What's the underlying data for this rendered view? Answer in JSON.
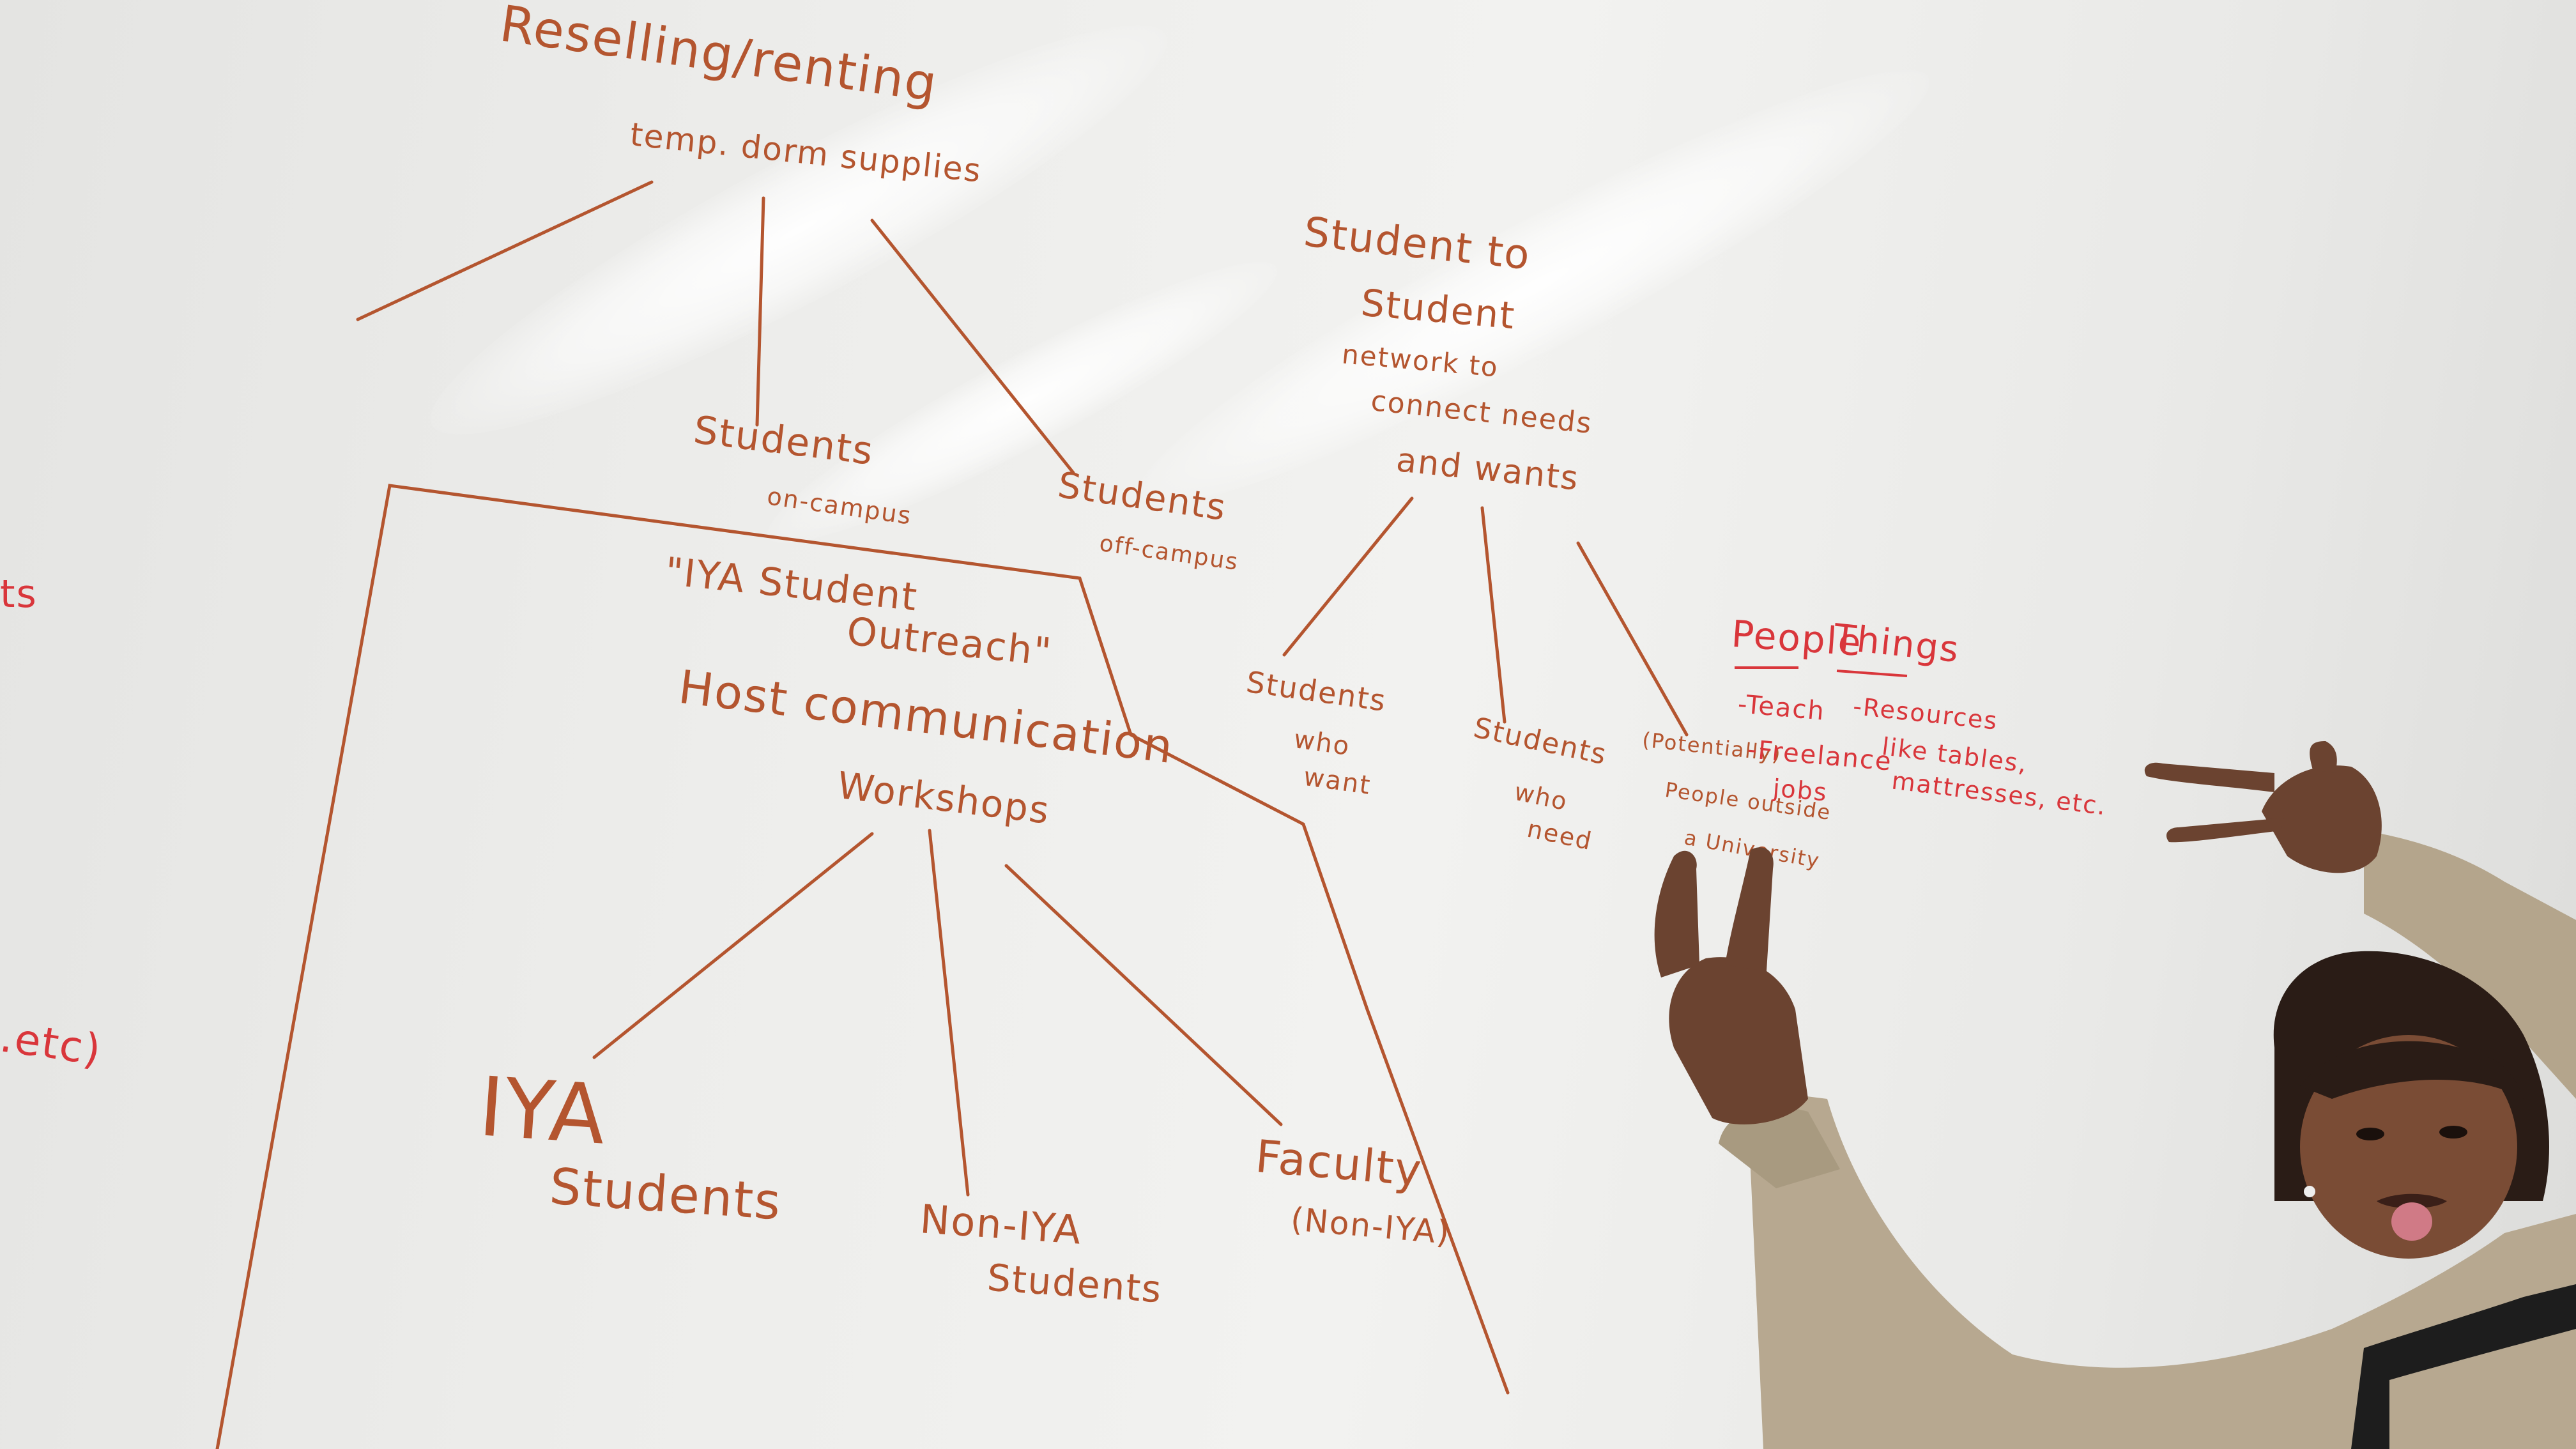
{
  "image": {
    "description_type": "photo",
    "marker_colors": {
      "orange": "#b4552f",
      "red": "#d9363b"
    }
  },
  "left_diagram": {
    "root": {
      "line1": "Reselling/renting",
      "line2": "temp. dorm supplies"
    },
    "branches": [
      {
        "line1": "Students",
        "line2": "on-campus"
      },
      {
        "line1": "Students",
        "line2": "off-campus"
      }
    ],
    "outreach": {
      "title_line1": "\"IYA Student",
      "title_line2": "Outreach\""
    },
    "workshop": {
      "line1": "Host communication",
      "line2": "Workshops"
    },
    "leaves": [
      {
        "line1": "IYA",
        "line2": "Students"
      },
      {
        "line1": "Non-IYA",
        "line2": "Students"
      },
      {
        "line1": "Faculty",
        "line2": "(Non-IYA)"
      }
    ]
  },
  "right_diagram": {
    "root": {
      "line1": "Student to",
      "line2": "Student",
      "line3": "network to",
      "line4": "connect needs",
      "line5": "and wants"
    },
    "leaves": [
      {
        "line1": "Students",
        "line2": "who",
        "line3": "want"
      },
      {
        "line1": "Students",
        "line2": "who",
        "line3": "need"
      },
      {
        "line1": "(Potentially)",
        "line2": "People outside",
        "line3": "a University"
      }
    ]
  },
  "notes": {
    "people": {
      "title": "People",
      "items": [
        "-Teach",
        "-Freelance",
        "jobs"
      ]
    },
    "things": {
      "title": "Things",
      "items": [
        "-Resources",
        "like tables,",
        "mattresses, etc."
      ]
    }
  },
  "edge_fragments": {
    "top": "ts",
    "bottom": ".etc)"
  }
}
